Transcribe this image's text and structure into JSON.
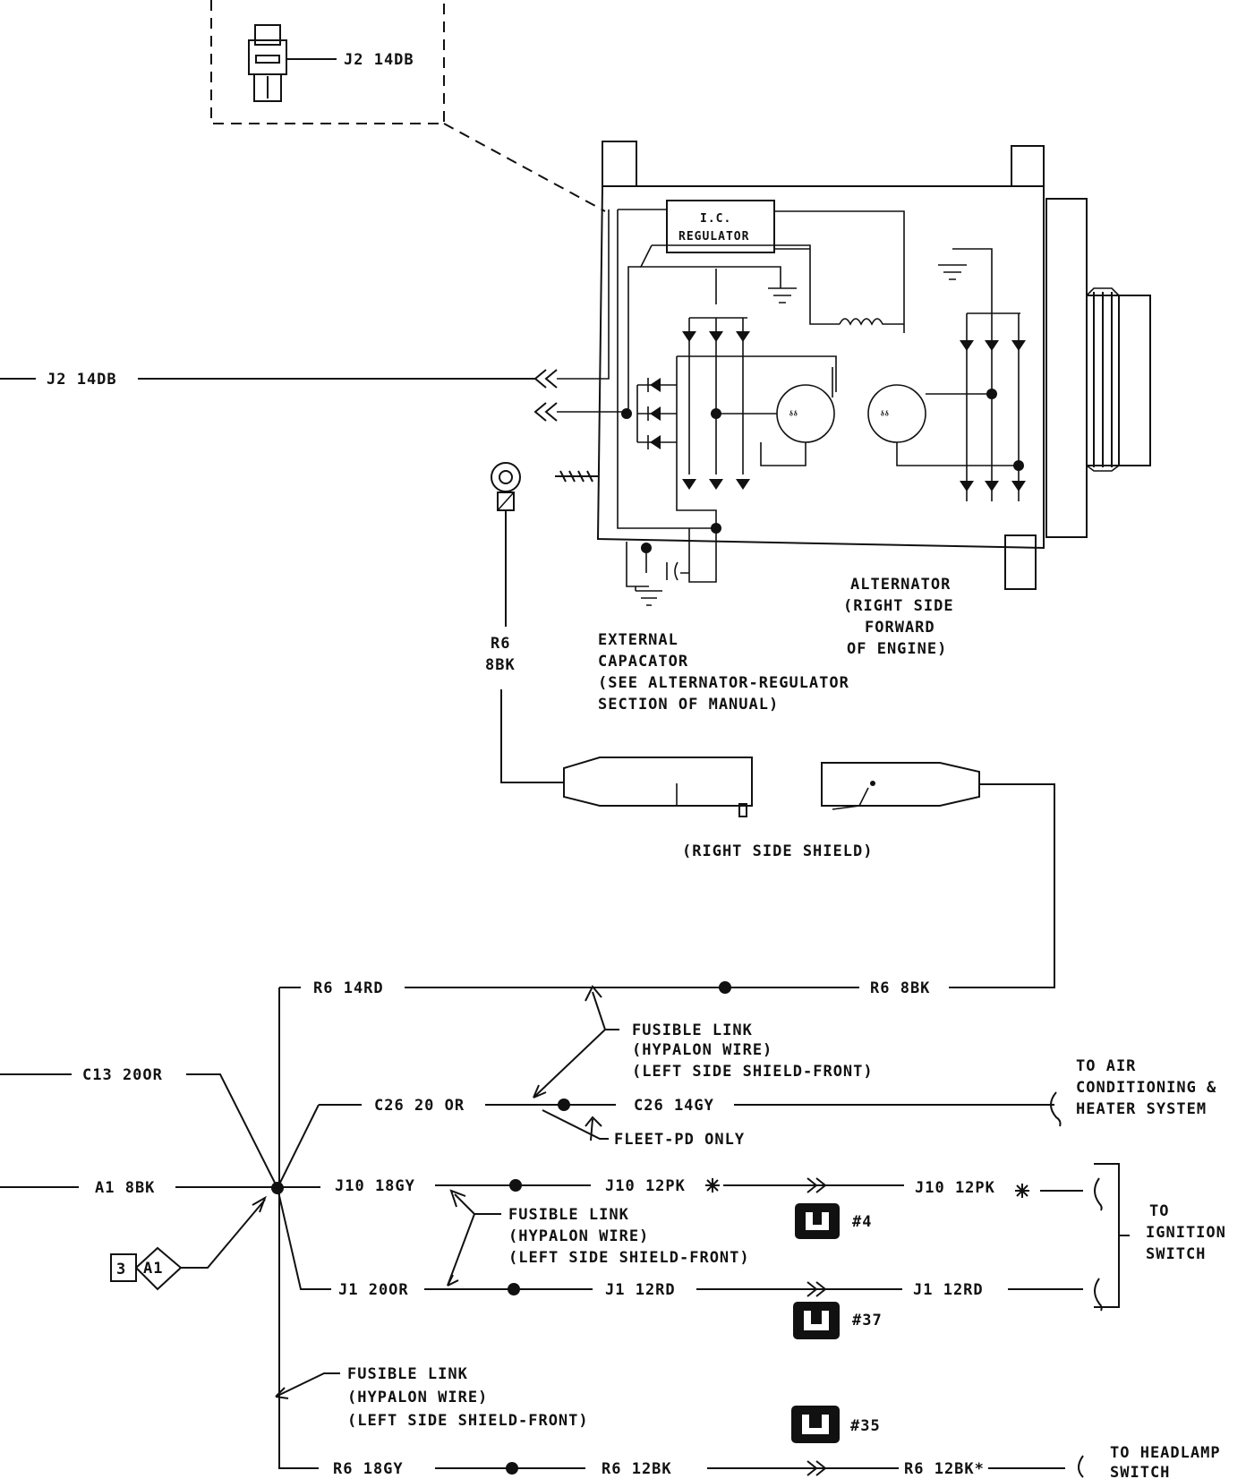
{
  "inset": {
    "label": "J2 14DB"
  },
  "alternator": {
    "regulator_line1": "I.C.",
    "regulator_line2": "REGULATOR",
    "coil_glyph": "ᵟᵟ"
  },
  "wires": {
    "j2_left": "J2 14DB",
    "r6_vertical_1": "R6",
    "r6_vertical_2": "8BK",
    "r6_14rd": "R6 14RD",
    "r6_8bk_right": "R6 8BK",
    "c13": "C13 20OR",
    "c26_20or": "C26 20 OR",
    "c26_14gy": "C26 14GY",
    "a1": "A1 8BK",
    "j10_18gy": "J10 18GY",
    "j10_12pk_a": "J10 12PK",
    "j10_12pk_b": "J10 12PK",
    "j1_20or": "J1 20OR",
    "j1_12rd_a": "J1 12RD",
    "j1_12rd_b": "J1 12RD",
    "r6_18gy": "R6 18GY",
    "r6_12bk_a": "R6 12BK",
    "r6_12bk_b": "R6 12BK*"
  },
  "labels": {
    "ext_cap_1": "EXTERNAL",
    "ext_cap_2": "CAPACATOR",
    "ext_cap_3": "(SEE ALTERNATOR-REGULATOR",
    "ext_cap_4": "SECTION OF MANUAL)",
    "alt_1": "ALTERNATOR",
    "alt_2": "(RIGHT SIDE",
    "alt_3": "FORWARD",
    "alt_4": "OF ENGINE)",
    "right_shield": "(RIGHT SIDE SHIELD)",
    "fusible_1a": "FUSIBLE LINK",
    "fusible_1b": "(HYPALON WIRE)",
    "fusible_1c": "(LEFT SIDE SHIELD-FRONT)",
    "fusible_2a": "FUSIBLE LINK",
    "fusible_2b": "(HYPALON WIRE)",
    "fusible_2c": "(LEFT SIDE SHIELD-FRONT)",
    "fusible_3a": "FUSIBLE LINK",
    "fusible_3b": "(HYPALON WIRE)",
    "fusible_3c": "(LEFT SIDE SHIELD-FRONT)",
    "fleet_pd": "FLEET-PD ONLY",
    "to_ac_1": "TO AIR",
    "to_ac_2": "CONDITIONING &",
    "to_ac_3": "HEATER SYSTEM",
    "to_ign_1": "TO",
    "to_ign_2": "IGNITION",
    "to_ign_3": "SWITCH",
    "to_head_1": "TO HEADLAMP",
    "to_head_2": "SWITCH"
  },
  "connectors": {
    "c4": "#4",
    "c37": "#37",
    "c35": "#35"
  },
  "reference": {
    "num": "3",
    "code": "A1"
  }
}
